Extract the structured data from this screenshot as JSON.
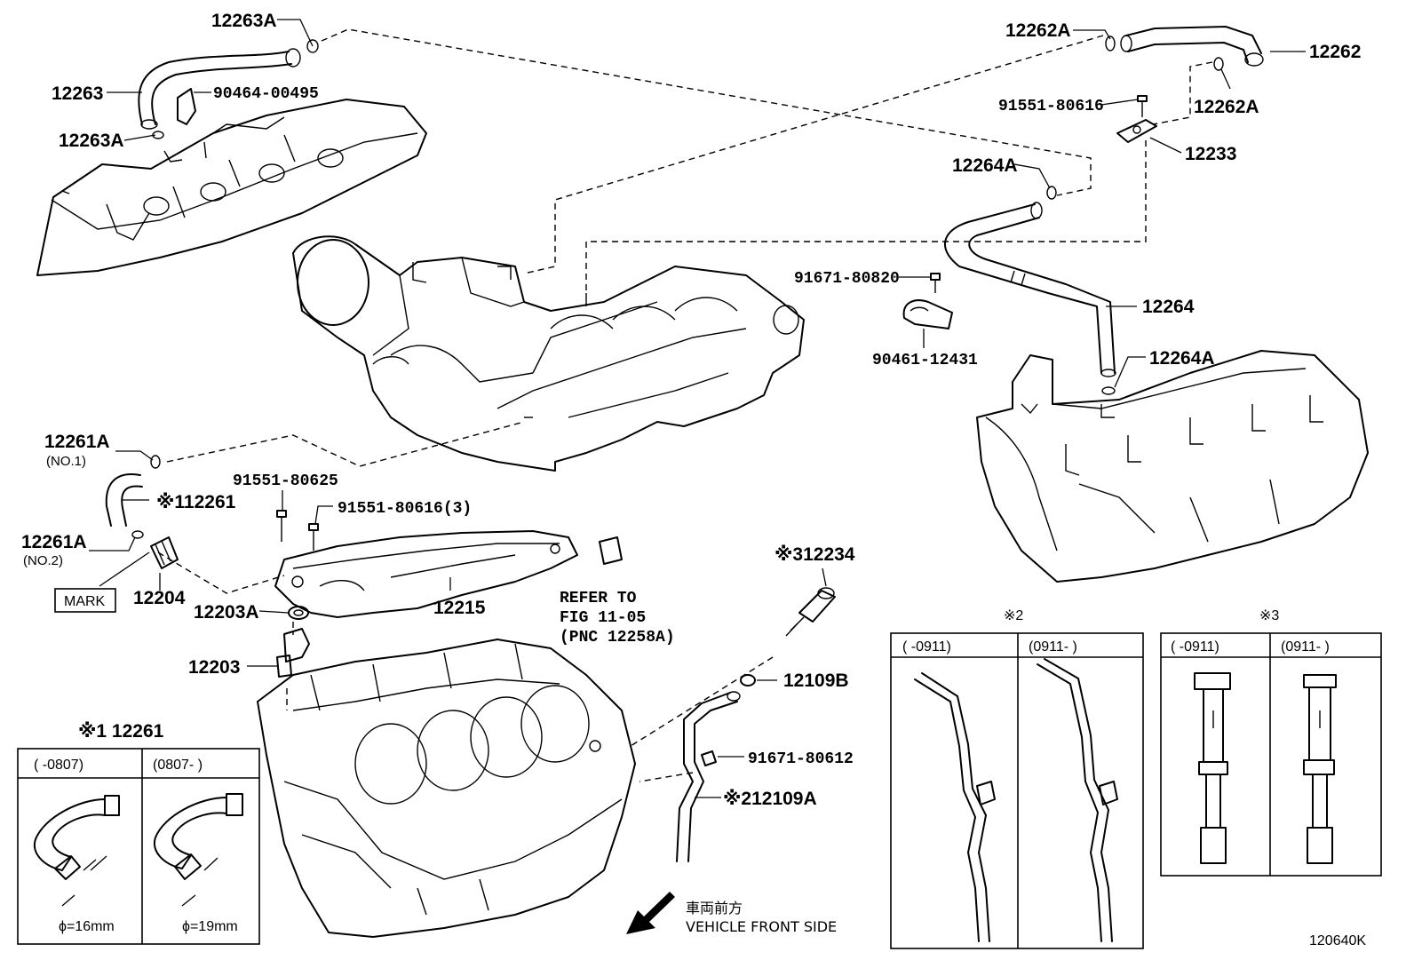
{
  "diagram_id": "120640K",
  "labels": {
    "p12263A_top": "12263A",
    "p12263": "12263",
    "p90464": "90464-00495",
    "p12263A_bot": "12263A",
    "p12262A_l": "12262A",
    "p12262": "12262",
    "p12262A_r": "12262A",
    "p91551_616": "91551-80616",
    "p12233": "12233",
    "p12264A_top": "12264A",
    "p91671_820": "91671-80820",
    "p12264": "12264",
    "p90461": "90461-12431",
    "p12264A_bot": "12264A",
    "p12261A_1": "12261A",
    "p12261A_1_sub": "(NO.1)",
    "p12261": "※112261",
    "p12261A_2": "12261A",
    "p12261A_2_sub": "(NO.2)",
    "p91551_625": "91551-80625",
    "p91551_616_3": "91551-80616(3)",
    "p12204": "12204",
    "mark": "MARK",
    "p12203A": "12203A",
    "p12215": "12215",
    "refer1": "REFER TO",
    "refer2": "FIG 11-05",
    "refer3": "(PNC 12258A)",
    "p12234": "※312234",
    "p12203": "12203",
    "p12109B": "12109B",
    "p91671_612": "91671-80612",
    "p12109A": "※212109A",
    "front_jp": "車両前方",
    "front_en": "VEHICLE FRONT SIDE"
  },
  "inset1": {
    "title": "※1  12261",
    "col1": "(      -0807)",
    "col2": "(0807-      )",
    "dim1": "ϕ=16mm",
    "dim2": "ϕ=19mm"
  },
  "inset2": {
    "title": "※2",
    "col1": "(      -0911)",
    "col2": "(0911-      )"
  },
  "inset3": {
    "title": "※3",
    "col1": "(      -0911)",
    "col2": "(0911-      )"
  }
}
